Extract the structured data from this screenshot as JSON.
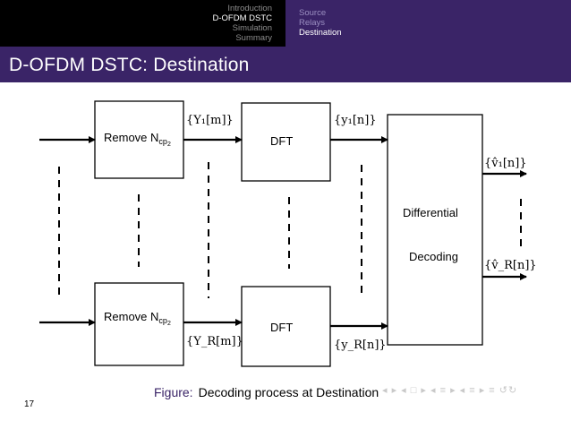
{
  "nav": {
    "sections": [
      {
        "label": "Introduction",
        "active": false
      },
      {
        "label": "D-OFDM DSTC",
        "active": true
      },
      {
        "label": "Simulation",
        "active": false
      },
      {
        "label": "Summary",
        "active": false
      }
    ],
    "subsections": [
      {
        "label": "Source",
        "active": false
      },
      {
        "label": "Relays",
        "active": false
      },
      {
        "label": "Destination",
        "active": true
      }
    ]
  },
  "slide": {
    "title": "D-OFDM DSTC: Destination",
    "page_number": "17"
  },
  "diagram": {
    "remove_prefix_label": "Remove N",
    "remove_prefix_sub": "cp",
    "remove_prefix_subsub": "2",
    "dft_label": "DFT",
    "decoder_line1": "Differential",
    "decoder_line2": "Decoding",
    "signal_Y1": "{Y₁[m]}",
    "signal_YR": "{Y_R[m]}",
    "signal_y1": "{y₁[n]}",
    "signal_yR": "{y_R[n]}",
    "signal_v1": "{v̂₁[n]}",
    "signal_vR": "{v̂_R[n]}"
  },
  "caption": {
    "prefix": "Figure:",
    "text": "Decoding process at Destination"
  },
  "beamer_nav": "◂ ▸ ◂ □ ▸ ◂ ≡ ▸ ◂ ≡ ▸ ≡ ↺↻",
  "colors": {
    "header_black": "#000000",
    "header_purple": "#3a2467",
    "caption_prefix": "#3a2467"
  }
}
